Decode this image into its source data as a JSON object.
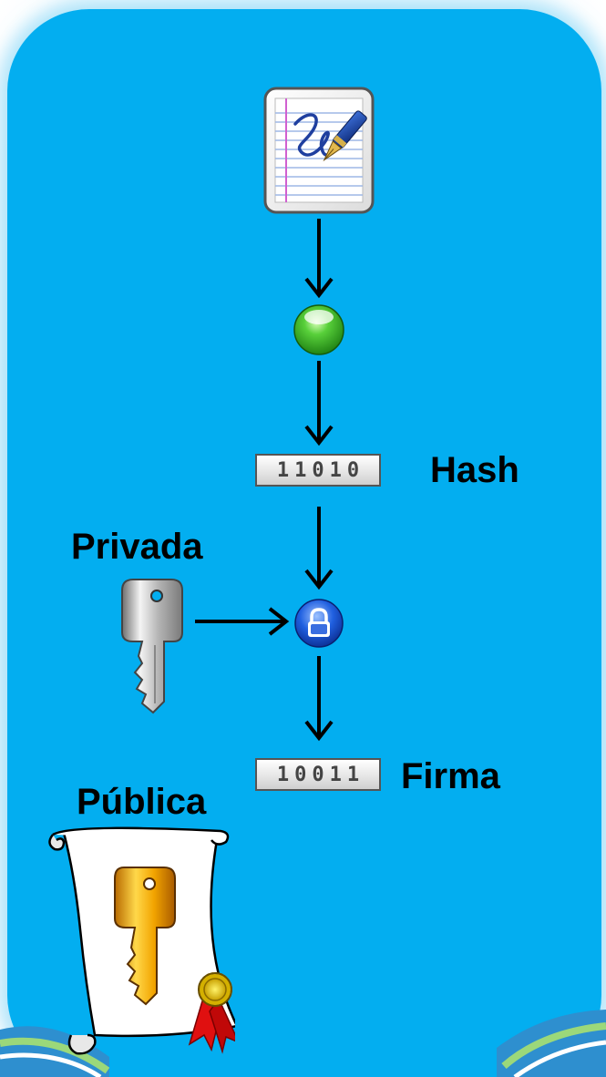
{
  "labels": {
    "hash": "Hash",
    "privada": "Privada",
    "firma": "Firma",
    "publica": "Pública"
  },
  "codes": {
    "hash_value": "11010",
    "firma_value": "10011"
  },
  "icons": {
    "document": "signed-document-icon",
    "hash_function": "green-sphere-icon",
    "encrypt": "padlock-icon",
    "private_key": "silver-key-icon",
    "public_key_certificate": "certificate-scroll-icon"
  },
  "colors": {
    "panel": "#03aef0",
    "arrow": "#000000"
  }
}
